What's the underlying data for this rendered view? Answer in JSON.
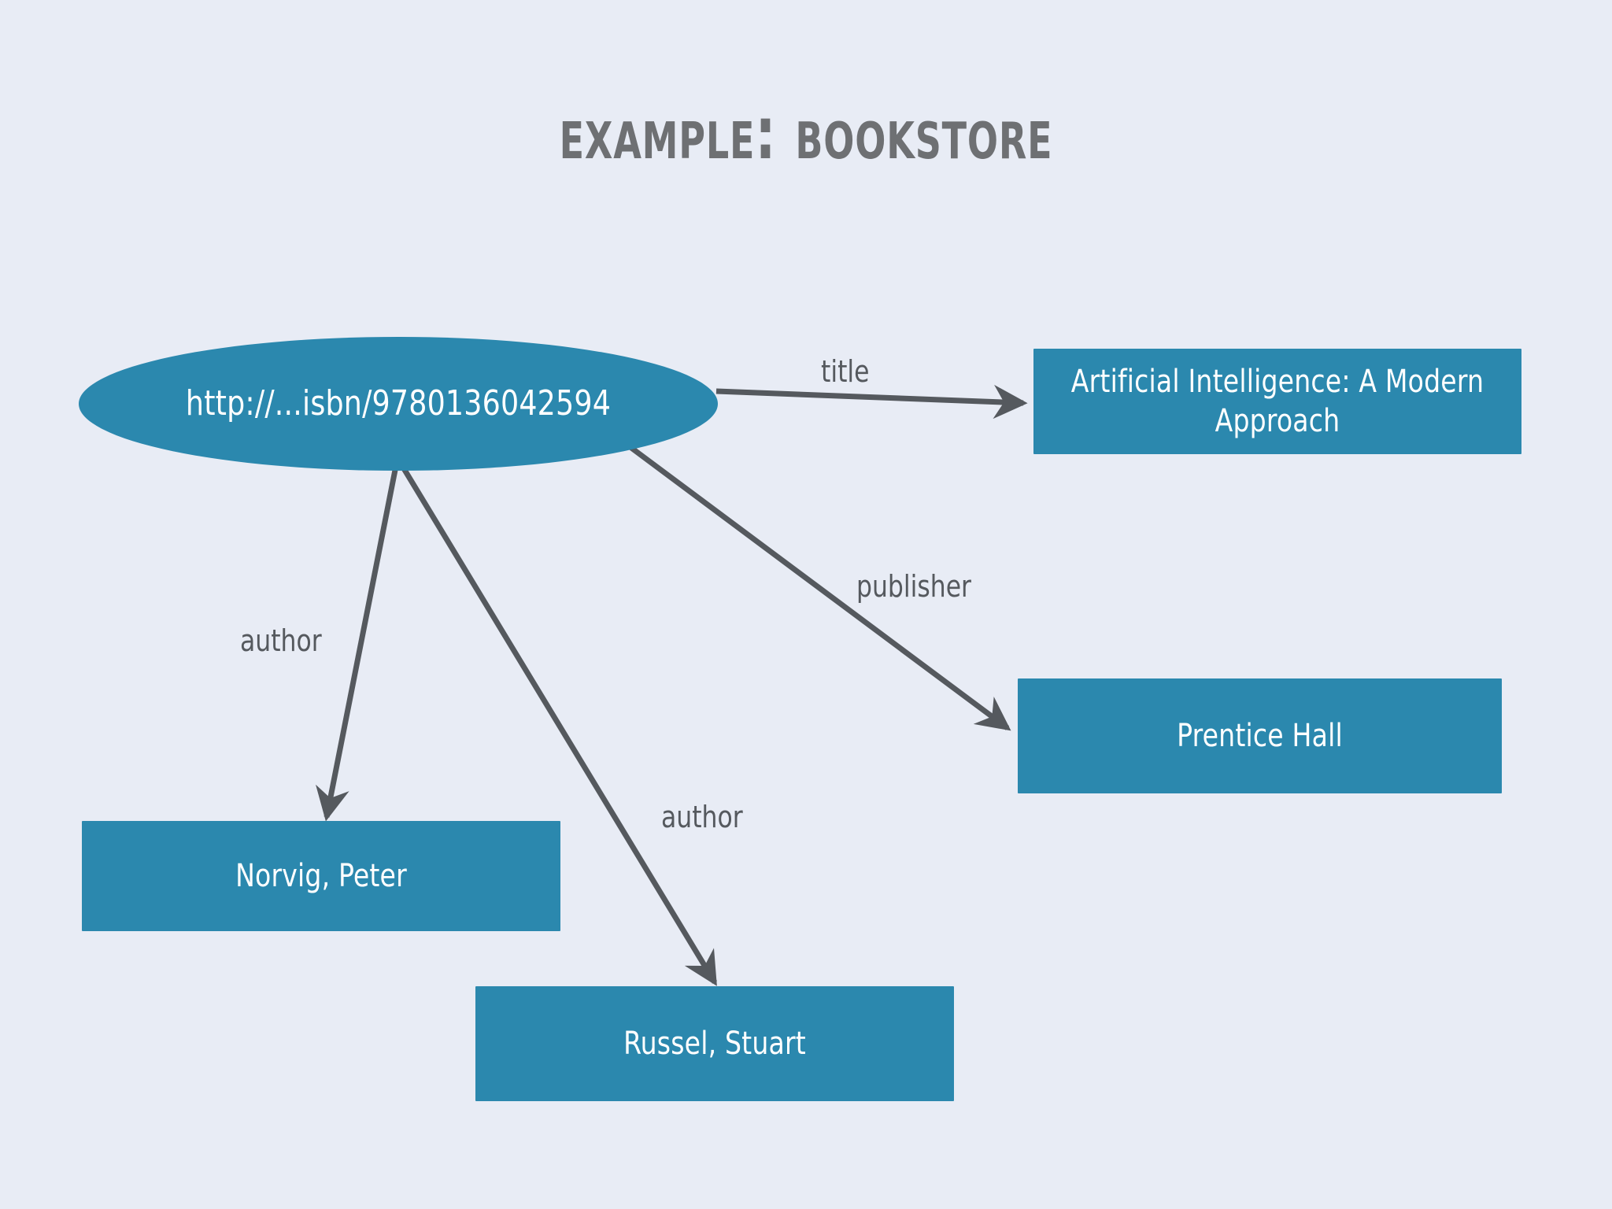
{
  "slide": {
    "title": "Example: bookstore",
    "background_color": "#e8ecf5",
    "title_color": "#6e7073",
    "node_fill_color": "#2b88ae",
    "node_text_color": "#ffffff",
    "edge_color": "#55595e"
  },
  "graph": {
    "nodes": {
      "subject": {
        "id": "subject",
        "shape": "ellipse",
        "label": "http://...isbn/9780136042594"
      },
      "title_value": {
        "id": "title_value",
        "shape": "rectangle",
        "label": "Artificial Intelligence: A Modern Approach"
      },
      "publisher_value": {
        "id": "publisher_value",
        "shape": "rectangle",
        "label": "Prentice Hall"
      },
      "author_value_1": {
        "id": "author_value_1",
        "shape": "rectangle",
        "label": "Norvig, Peter"
      },
      "author_value_2": {
        "id": "author_value_2",
        "shape": "rectangle",
        "label": "Russel, Stuart"
      }
    },
    "edges": [
      {
        "from": "subject",
        "to": "title_value",
        "label": "title"
      },
      {
        "from": "subject",
        "to": "publisher_value",
        "label": "publisher"
      },
      {
        "from": "subject",
        "to": "author_value_1",
        "label": "author"
      },
      {
        "from": "subject",
        "to": "author_value_2",
        "label": "author"
      }
    ]
  }
}
